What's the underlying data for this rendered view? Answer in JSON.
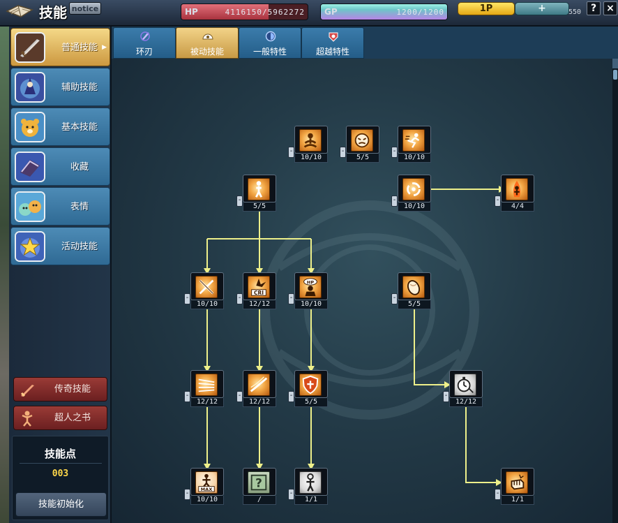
{
  "window": {
    "title": "技能",
    "notice_label": "notice",
    "help_label": "?",
    "close_label": "×"
  },
  "status": {
    "hp_label": "HP",
    "hp_value": "4116150/5962272",
    "hp_fraction": 0.69,
    "gp_label": "GP",
    "gp_value": "1200/1200",
    "gp_fraction": 1.0,
    "p1_label": "1P",
    "plus_label": "+",
    "coin_value": "550",
    "hp_color": "#c2414d",
    "gp_color": "#8fd8d8"
  },
  "sidebar": {
    "categories": [
      {
        "label": "普通技能",
        "icon": "sword-icon",
        "active": true
      },
      {
        "label": "辅助技能",
        "icon": "mage-icon",
        "active": false
      },
      {
        "label": "基本技能",
        "icon": "bear-icon",
        "active": false
      },
      {
        "label": "收藏",
        "icon": "book-icon",
        "active": false
      },
      {
        "label": "表情",
        "icon": "emote-icon",
        "active": false
      },
      {
        "label": "活动技能",
        "icon": "star-icon",
        "active": false
      }
    ],
    "legend_label": "传奇技能",
    "superman_label": "超人之书",
    "points_title": "技能点",
    "points_value": "003",
    "reset_label": "技能初始化"
  },
  "tabs": [
    {
      "label": "环刃",
      "icon": "blade-icon",
      "active": false
    },
    {
      "label": "被动技能",
      "icon": "passive-icon",
      "active": true
    },
    {
      "label": "一般特性",
      "icon": "shield-orb-icon",
      "active": false
    },
    {
      "label": "超越特性",
      "icon": "crest-icon",
      "active": false
    }
  ],
  "skills": [
    {
      "id": "s1",
      "level": "10/10",
      "icon": "meditate-icon"
    },
    {
      "id": "s2",
      "level": "5/5",
      "icon": "face-icon"
    },
    {
      "id": "s3",
      "level": "10/10",
      "icon": "dash-icon"
    },
    {
      "id": "s4",
      "level": "5/5",
      "icon": "stance-icon"
    },
    {
      "id": "s5",
      "level": "10/10",
      "icon": "spin-icon"
    },
    {
      "id": "s6",
      "level": "4/4",
      "icon": "aura-icon"
    },
    {
      "id": "s7",
      "level": "10/10",
      "icon": "cross-blades-icon"
    },
    {
      "id": "s8",
      "level": "12/12",
      "icon": "critical-icon",
      "text": "CRI"
    },
    {
      "id": "s9",
      "level": "10/10",
      "icon": "hp-boost-icon",
      "text": "HP"
    },
    {
      "id": "s10",
      "level": "5/5",
      "icon": "egg-icon"
    },
    {
      "id": "s11",
      "level": "12/12",
      "icon": "slash-icon"
    },
    {
      "id": "s12",
      "level": "12/12",
      "icon": "swoosh-icon"
    },
    {
      "id": "s13",
      "level": "5/5",
      "icon": "guard-shield-icon"
    },
    {
      "id": "s14",
      "level": "12/12",
      "icon": "stopwatch-icon"
    },
    {
      "id": "s15",
      "level": "10/10",
      "icon": "max-power-icon",
      "text": "MAX"
    },
    {
      "id": "s16",
      "level": "/",
      "icon": "mystery-icon",
      "text": "?"
    },
    {
      "id": "s17",
      "level": "1/1",
      "icon": "silhouette-icon"
    },
    {
      "id": "s18",
      "level": "1/1",
      "icon": "fist-icon"
    }
  ]
}
